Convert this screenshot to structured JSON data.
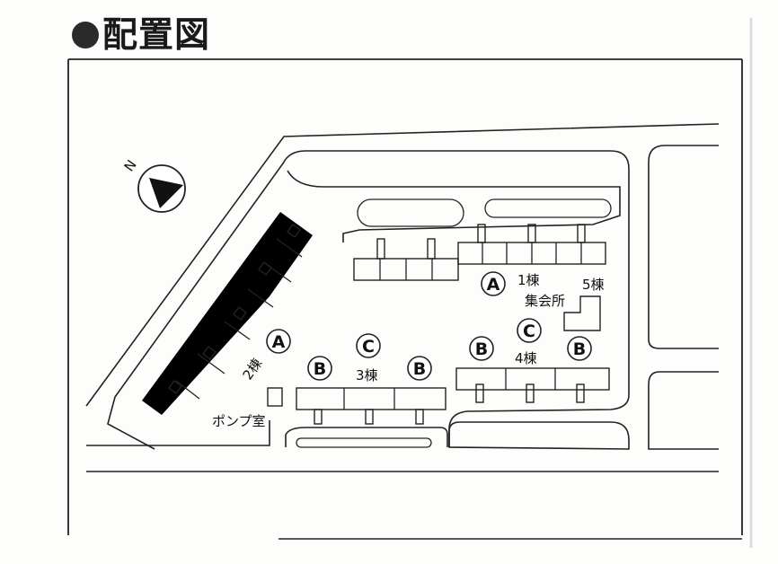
{
  "title": "配置図",
  "compass": {
    "label": "N",
    "icon": "north-arrow-icon"
  },
  "buildings": {
    "b1": {
      "name": "1棟",
      "type": "A"
    },
    "b2": {
      "name": "2棟",
      "type": "A"
    },
    "b3": {
      "name": "3棟",
      "type": "C",
      "end_types": [
        "B",
        "B"
      ]
    },
    "b4": {
      "name": "4棟",
      "type": "C",
      "end_types": [
        "B",
        "B"
      ]
    },
    "b5": {
      "name": "5棟",
      "label": "集会所"
    }
  },
  "facilities": {
    "pump_room": "ポンプ室"
  },
  "colors": {
    "line": "#222222",
    "title_bullet": "#2a2a2a",
    "background": "#fdfdfb"
  }
}
